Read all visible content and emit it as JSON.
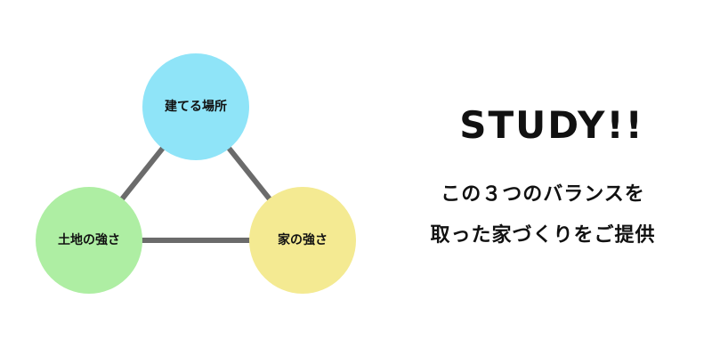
{
  "diagram": {
    "nodes": [
      {
        "id": "location",
        "label": "建てる場所",
        "color": "#8fe4f8"
      },
      {
        "id": "land",
        "label": "土地の強さ",
        "color": "#aeeea3"
      },
      {
        "id": "house",
        "label": "家の強さ",
        "color": "#f4ea92"
      }
    ],
    "edge_color": "#6b6b6b"
  },
  "text": {
    "title": "STUDY!!",
    "line1": "この３つのバランスを",
    "line2": "取った家づくりをご提供"
  }
}
